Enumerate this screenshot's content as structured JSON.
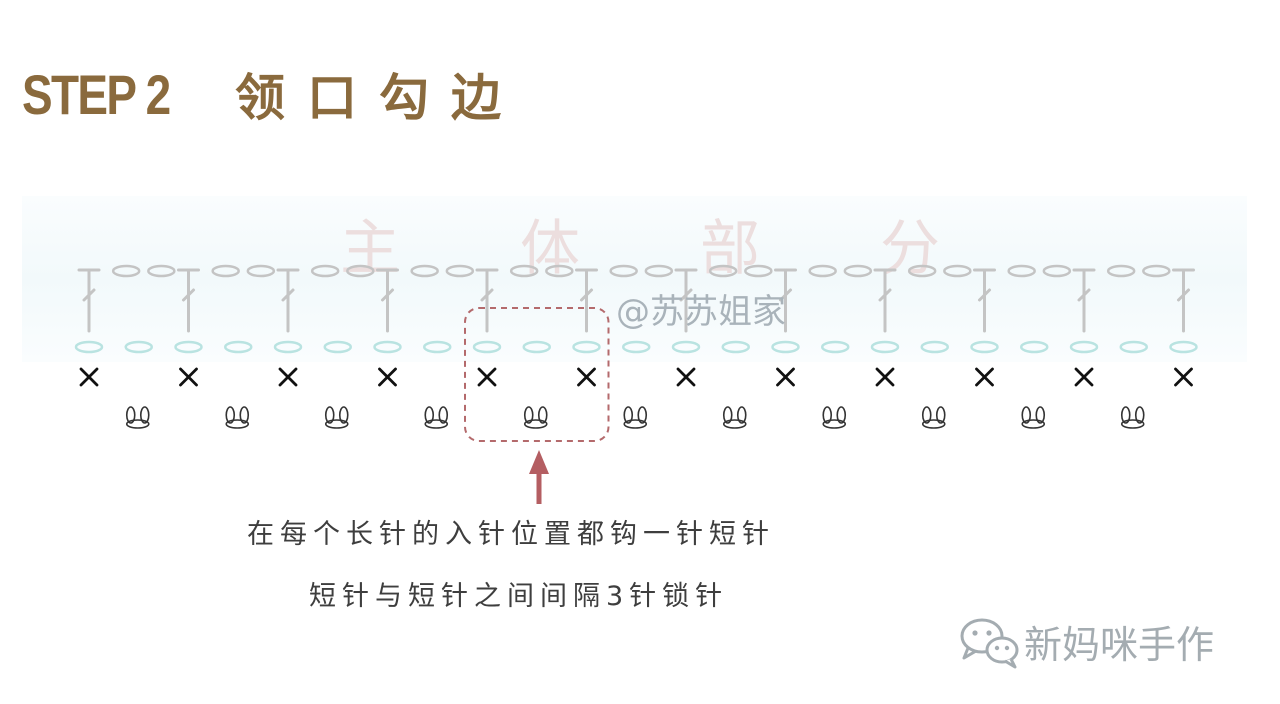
{
  "header": {
    "step_label": "STEP 2",
    "step_name": "领口勾边"
  },
  "band": {
    "label_chars": [
      "主",
      "体",
      "部",
      "分"
    ]
  },
  "watermark": "@苏苏姐家",
  "instructions": {
    "line1": "在每个长针的入针位置都钩一针短针",
    "line2": "短针与短针之间间隔3针锁针"
  },
  "brand": {
    "icon": "wechat-icon",
    "name": "新妈咪手作"
  },
  "colors": {
    "title": "#8a6a3d",
    "stitch_gray": "#c4c4c4",
    "chain_teal": "#b9e3e1",
    "single_crochet": "#111111",
    "highlight": "#b46a6c",
    "arrow": "#b45e62"
  },
  "stitch_chart": {
    "rows": [
      {
        "row": "main-body",
        "pattern": [
          "double-crochet",
          "chain",
          "chain"
        ],
        "repeats": 12
      },
      {
        "row": "foundation",
        "stitch": "chain",
        "count": 23
      },
      {
        "row": "edging",
        "stitch": "single-crochet",
        "count": 12
      },
      {
        "row": "edging-gaps",
        "stitch": "chain-3-group",
        "count": 11
      }
    ],
    "highlighted_repeat": 5
  }
}
